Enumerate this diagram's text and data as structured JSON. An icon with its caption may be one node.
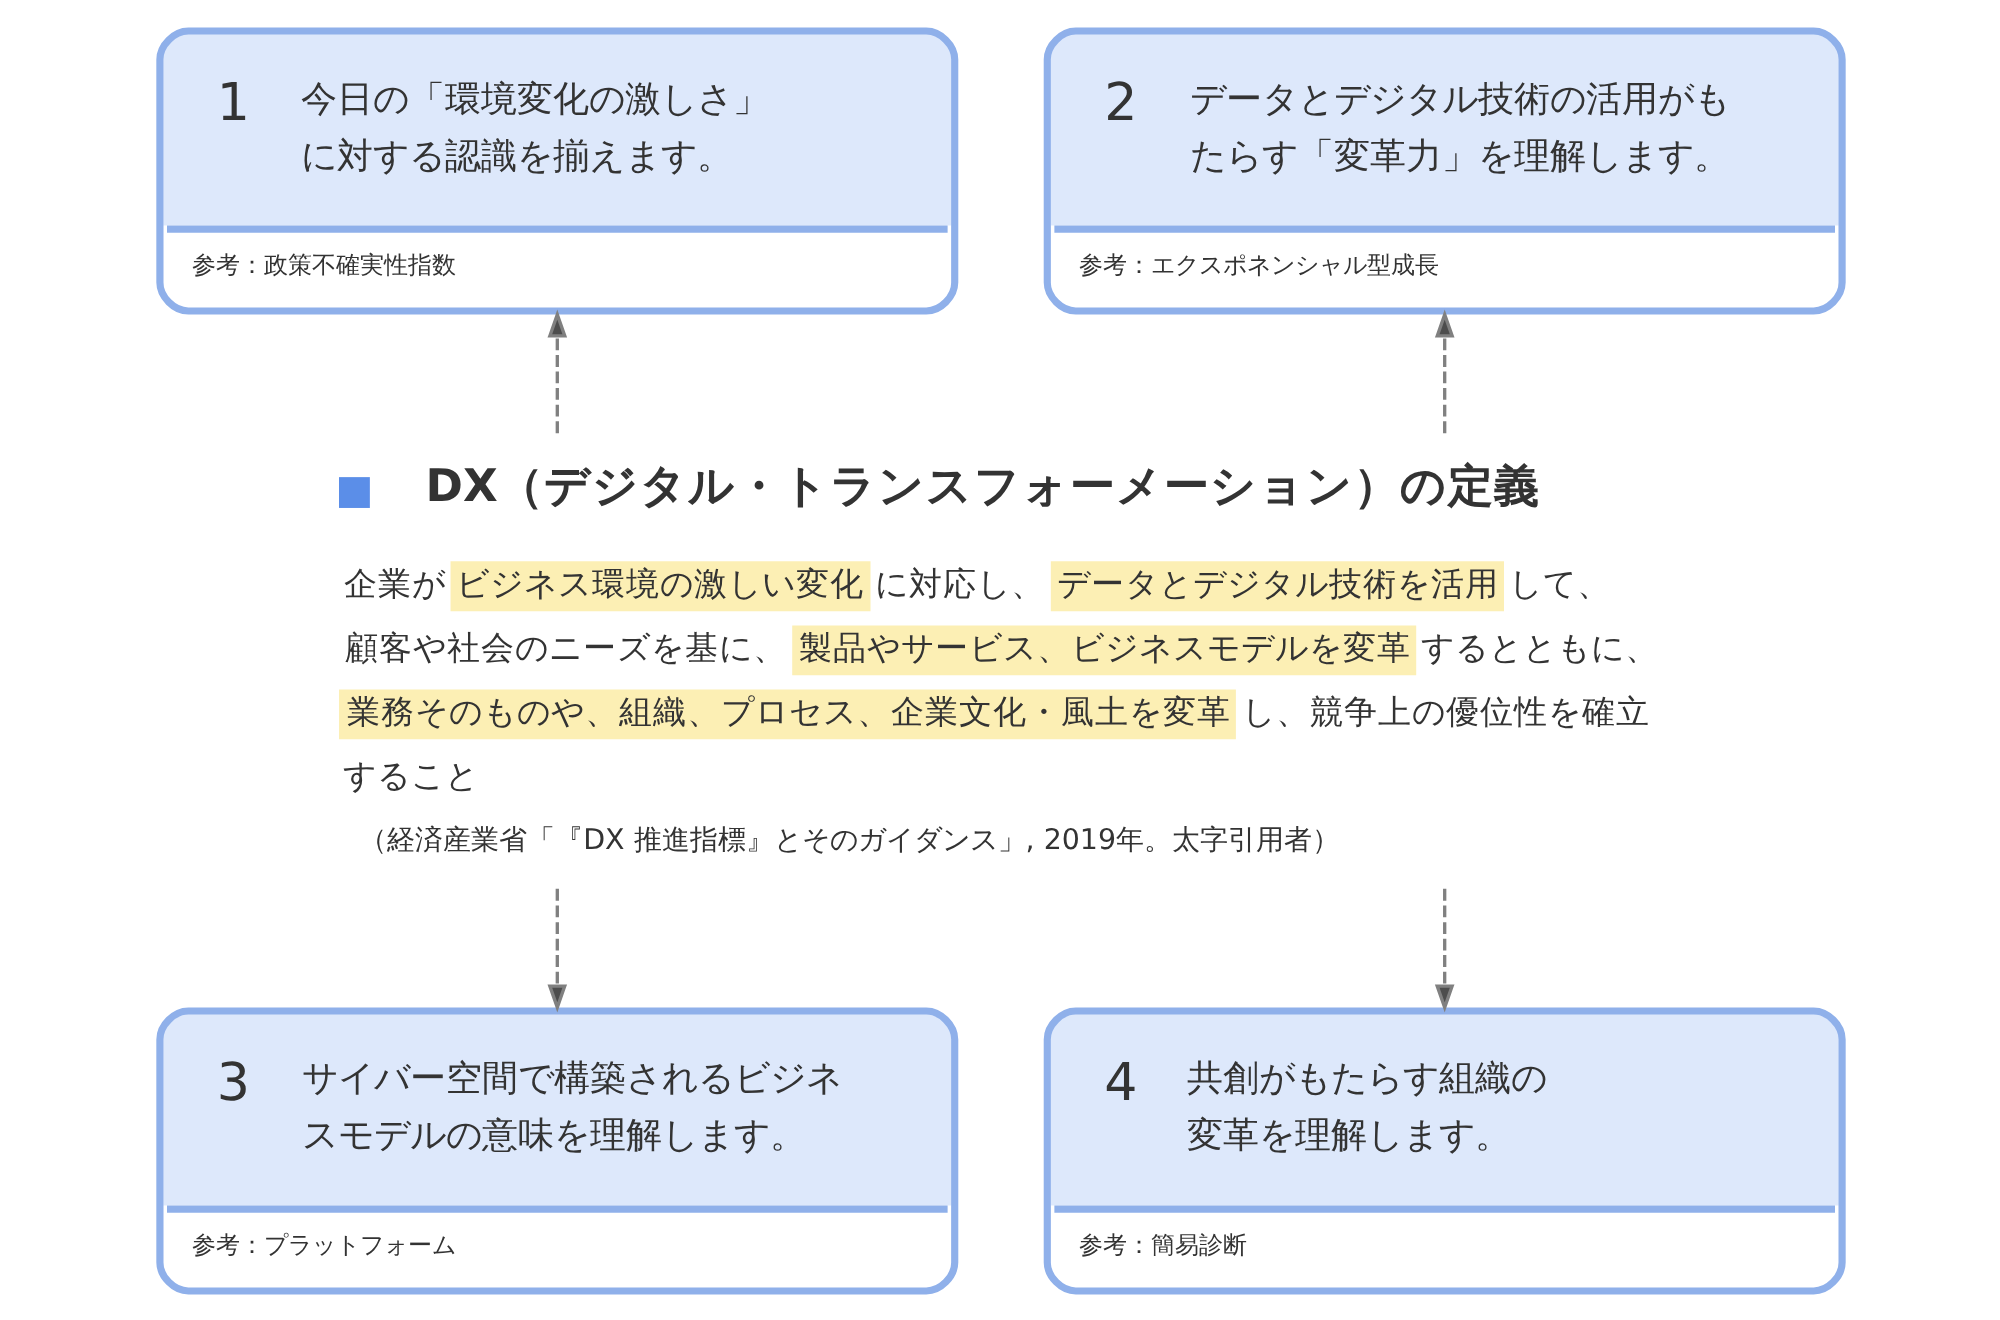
{
  "diagram": {
    "nodes": [
      {
        "text": [
          "DX（デジタル・トランスフォーメーション）の定義",
          "企業が**ビジネス環境の激しい変化**に対応し、**データとデジタル技術を活用**して、顧客や社会のニーズを基に、**製品やサービス、ビジネスモデルを変革**するとともに、**業務そのものや、組織、プロセス、企業文化・風土を変革**し、競争上の優位性を確立すること",
          "（経済産業省「『DX 推進指標』とそのガイダンス」, 2019年。太字引用者）"
        ]
      },
      {
        "text": [
          "1",
          "今日の「環境変化の激しさ」に対する認識を揃えます。",
          "参考：政策不確実性指数"
        ]
      },
      {
        "text": [
          "2",
          "データとデジタル技術の活用がもたらす「変革力」を理解します。",
          "参考：エクスポネンシャル型成長"
        ]
      },
      {
        "text": [
          "3",
          "サイバー空間で構築されるビジネスモデルの意味を理解します。",
          "参考：プラットフォーム"
        ]
      },
      {
        "text": [
          "4",
          "共創がもたらす組織の変革を理解します。",
          "参考：簡易診断"
        ]
      }
    ],
    "edges": [
      {
        "from": 0,
        "to": 1,
        "arrow": "to",
        "style": "dashed"
      },
      {
        "from": 0,
        "to": 2,
        "arrow": "to",
        "style": "dashed"
      },
      {
        "from": 0,
        "to": 3,
        "arrow": "to",
        "style": "dashed"
      },
      {
        "from": 0,
        "to": 4,
        "arrow": "to",
        "style": "dashed"
      }
    ]
  }
}
